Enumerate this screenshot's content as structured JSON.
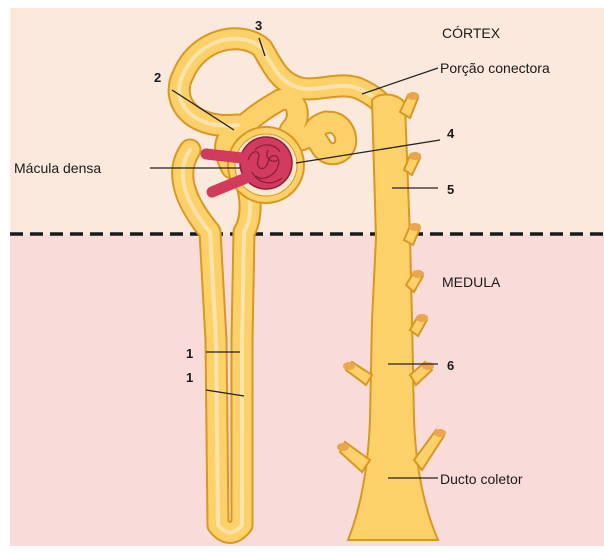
{
  "regions": {
    "cortex": "CÓRTEX",
    "medulla": "MEDULA"
  },
  "labels": {
    "n1a": "1",
    "n1b": "1",
    "n2": "2",
    "n3": "3",
    "n4": "4",
    "n5": "5",
    "n6": "6",
    "macula_densa": "Mácula densa",
    "connecting_portion": "Porção conectora",
    "collecting_duct": "Ducto coletor"
  },
  "colors": {
    "cortex_background": "#fbe9dd",
    "medulla_background": "#f9dcd9",
    "tubule": "#fdd16a",
    "tubule_outline": "#d9981f",
    "glomerulus": "#d23a5e",
    "boundary_line": "#1a1a1a"
  }
}
